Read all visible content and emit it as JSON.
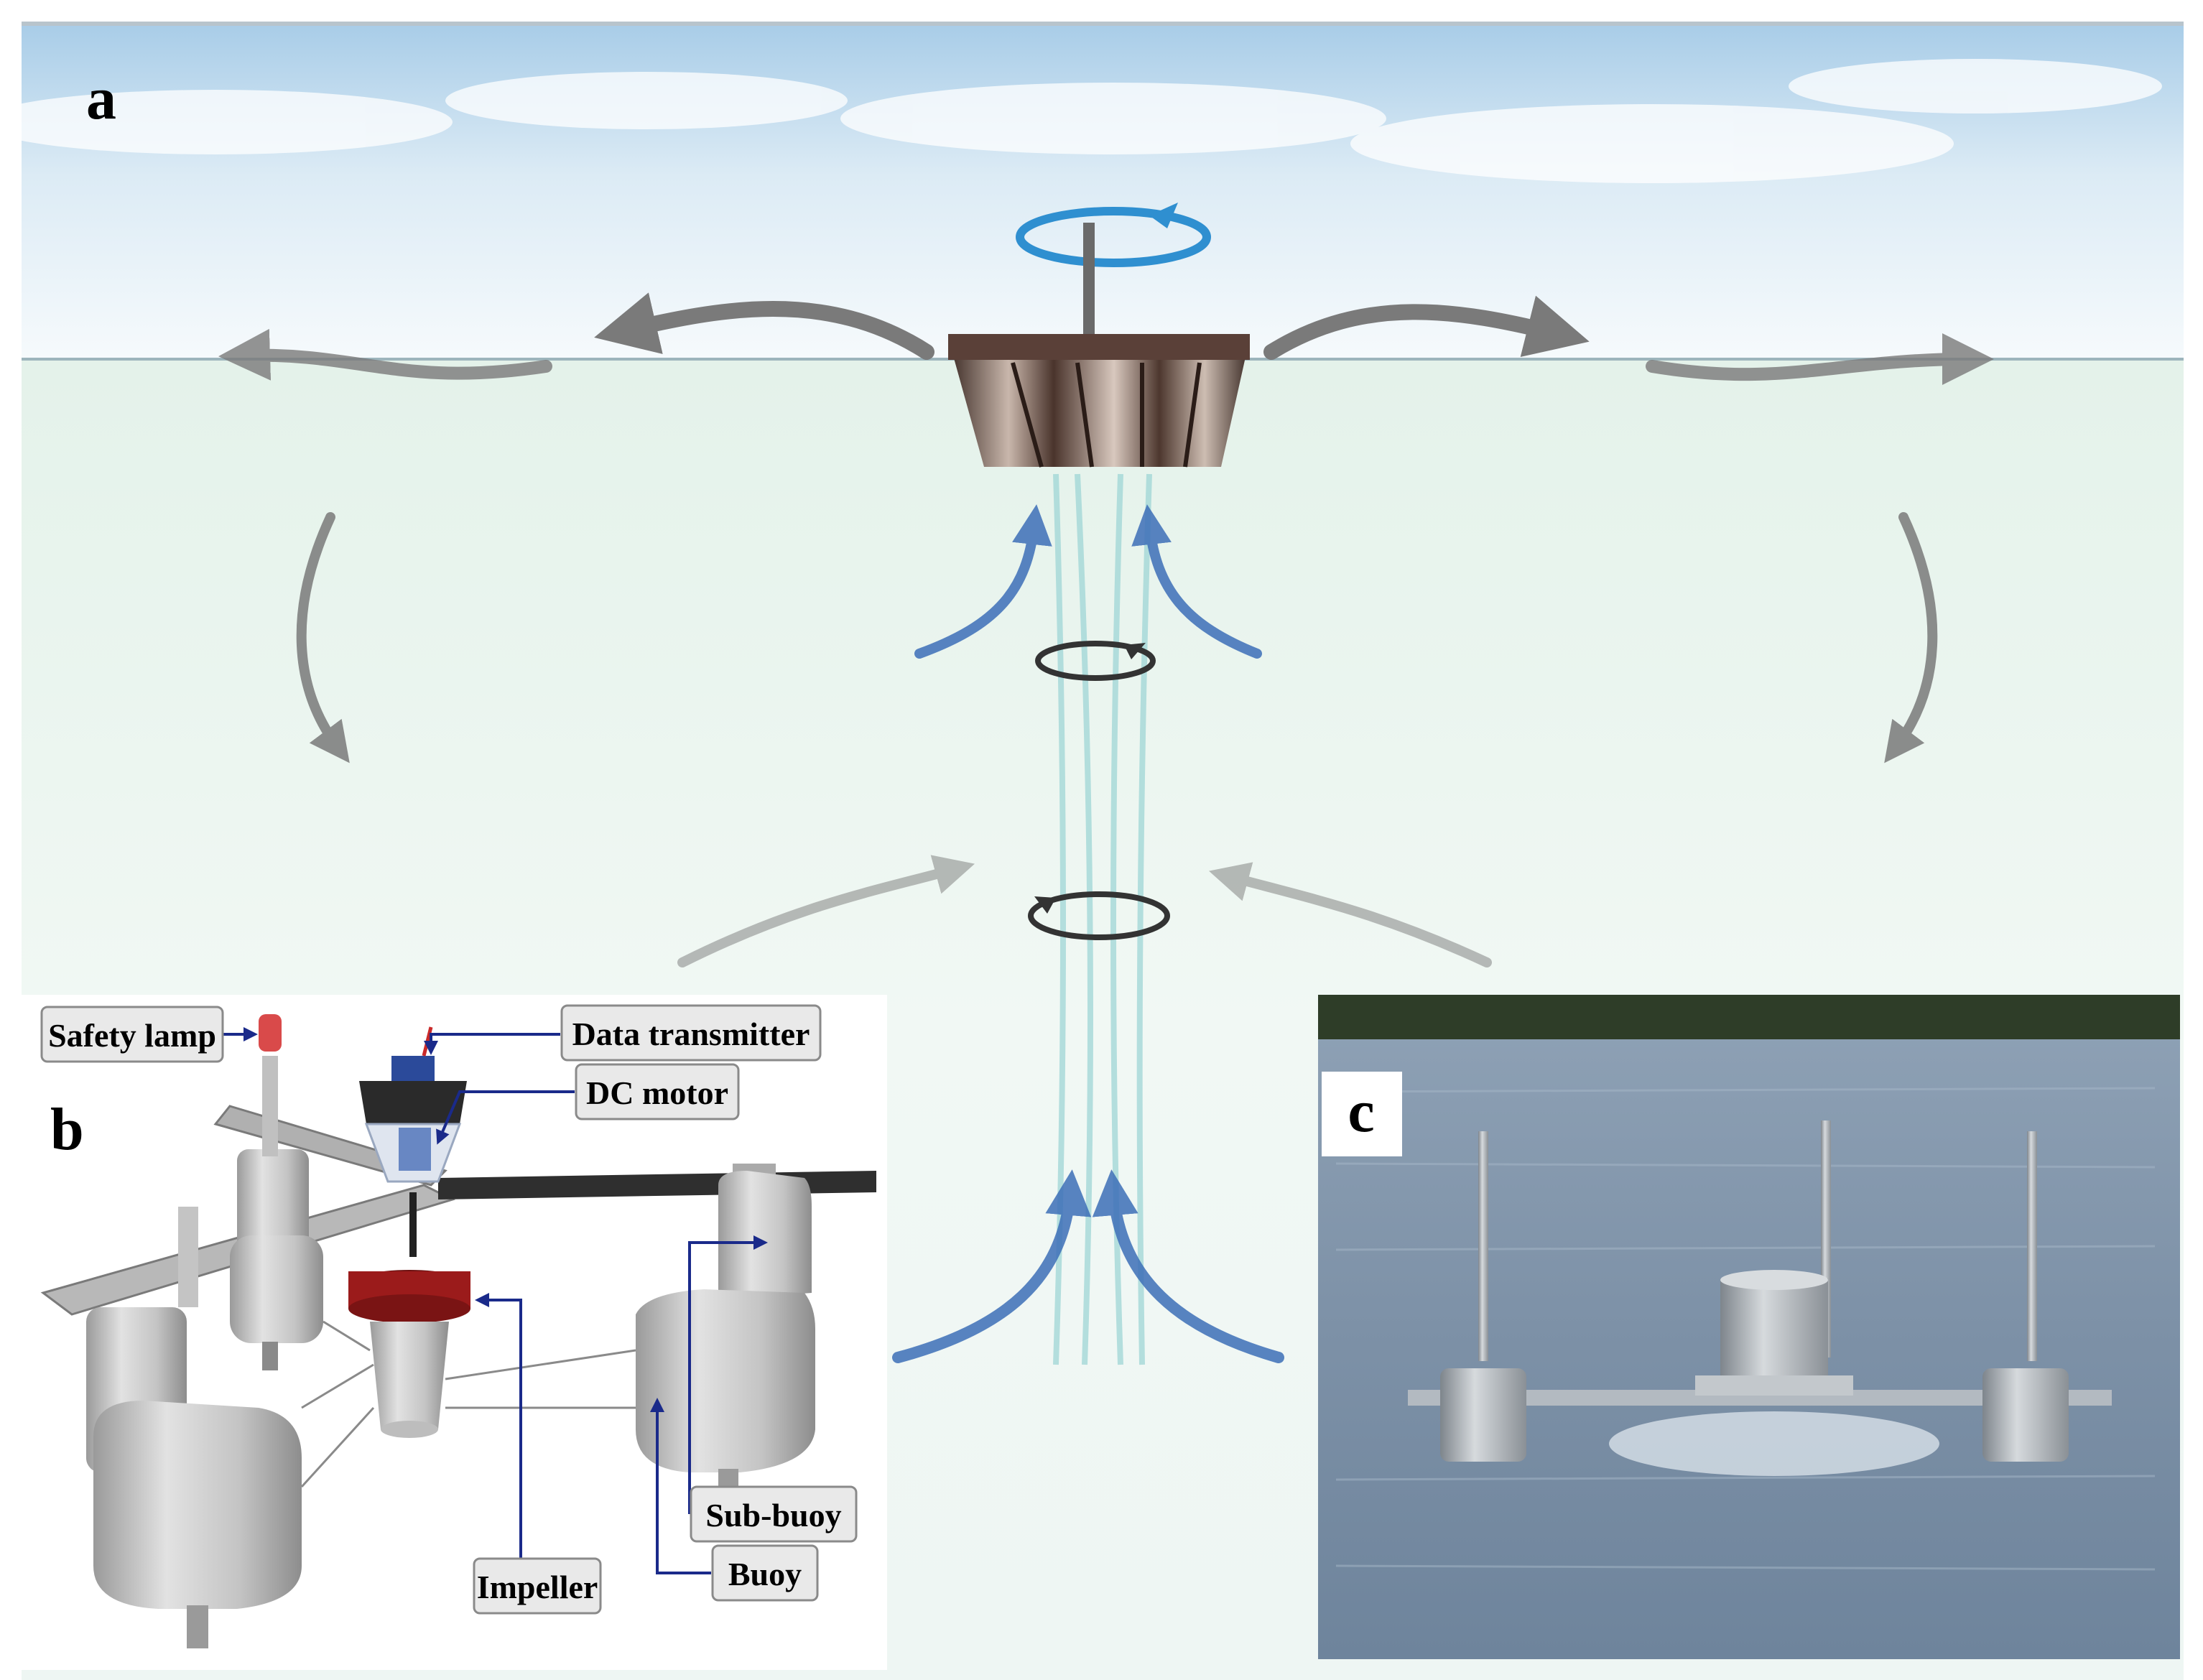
{
  "panels": {
    "a": {
      "letter": "a"
    },
    "b": {
      "letter": "b",
      "callouts": {
        "safety_lamp": "Safety lamp",
        "data_transmitter": "Data transmitter",
        "dc_motor": "DC motor",
        "impeller": "Impeller",
        "sub_buoy": "Sub-buoy",
        "buoy": "Buoy"
      }
    },
    "c": {
      "letter": "c"
    }
  },
  "colors": {
    "callout_line": "#1a2a8a",
    "flow_arrow_blue": "#3d6fb8",
    "rotation_arrow_blue": "#2f8fd0",
    "flow_arrow_grey": "#7a7a7a",
    "impeller_red": "#9b1b1b"
  }
}
